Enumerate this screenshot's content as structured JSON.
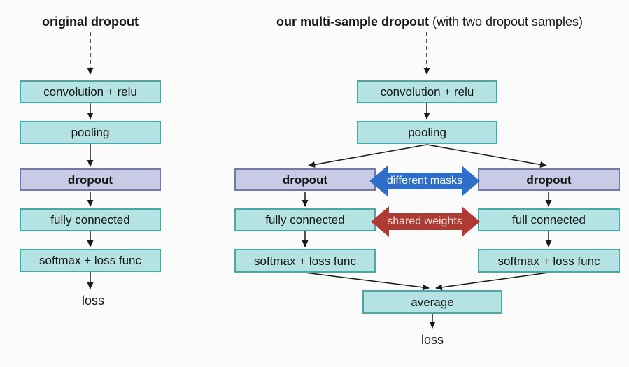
{
  "colors": {
    "background": "#fbfbfb",
    "teal_fill": "#b5e2e2",
    "teal_border": "#46aaa9",
    "purple_fill": "#c9cbe6",
    "purple_border": "#7177b0",
    "blue_arrow": "#2e6ec6",
    "red_arrow": "#ad3a33",
    "line": "#1a1a1a",
    "text": "#151515",
    "blue_arrow_text": "#ffffff",
    "red_arrow_text": "#f1dbd9"
  },
  "left_diagram": {
    "title": "original dropout",
    "boxes": {
      "conv_relu": "convolution + relu",
      "pooling": "pooling",
      "dropout": "dropout",
      "fully_connected": "fully connected",
      "softmax_loss": "softmax + loss func"
    },
    "output_label": "loss"
  },
  "right_diagram": {
    "title_bold": "our multi-sample dropout",
    "title_regular": " (with two dropout samples)",
    "boxes": {
      "conv_relu": "convolution + relu",
      "pooling": "pooling",
      "dropout_left": "dropout",
      "dropout_right": "dropout",
      "fully_connected_left": "fully connected",
      "fully_connected_right": "full connected",
      "softmax_loss_left": "softmax + loss func",
      "softmax_loss_right": "softmax + loss func",
      "average": "average"
    },
    "connectors": {
      "different_masks": "different masks",
      "shared_weights": "shared weights"
    },
    "output_label": "loss"
  }
}
